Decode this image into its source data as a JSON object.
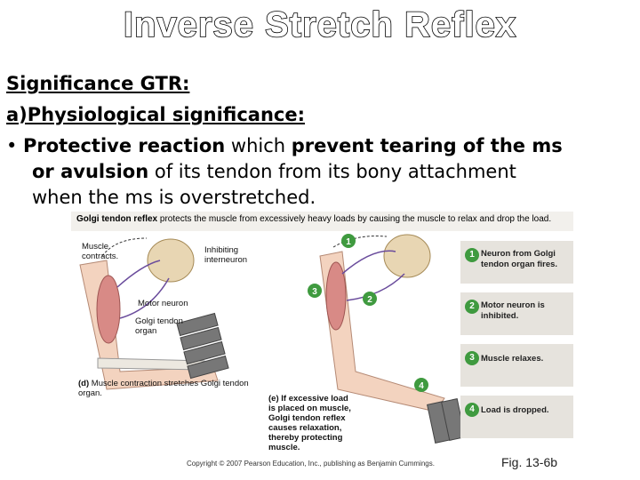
{
  "title": "Inverse Stretch Reflex",
  "heading1": "Significance GTR:",
  "heading2": "a)Physiological significance:",
  "bullet": {
    "symbol": "•",
    "line1_bold": "Protective reaction",
    "line1_normal": " which ",
    "line1_bold2": "prevent tearing of the ms",
    "line2_bold": "or avulsion",
    "line2_normal": " of its tendon from its bony attachment",
    "line3": "when the ms is overstretched."
  },
  "figure": {
    "banner_bold": "Golgi tendon reflex",
    "banner_text": " protects the muscle from excessively heavy loads by causing the muscle to relax and drop the load.",
    "labels": {
      "muscle_contracts": "Muscle contracts.",
      "inhibiting": "Inhibiting interneuron",
      "motor_neuron": "Motor neuron",
      "gto": "Golgi tendon organ",
      "caption_d_prefix": "(d)",
      "caption_d": "Muscle contraction stretches Golgi tendon organ.",
      "caption_e_prefix": "(e)",
      "caption_e": "If excessive load is placed on muscle, Golgi tendon reflex causes relaxation, thereby protecting muscle."
    },
    "steps": [
      {
        "num": "1",
        "text": "Neuron from Golgi tendon organ fires."
      },
      {
        "num": "2",
        "text": "Motor neuron is inhibited."
      },
      {
        "num": "3",
        "text": "Muscle relaxes."
      },
      {
        "num": "4",
        "text": "Load is dropped."
      }
    ],
    "copyright": "Copyright © 2007 Pearson Education, Inc., publishing as Benjamin Cummings.",
    "fig_number": "Fig. 13-6b"
  },
  "colors": {
    "step_green": "#3f9a3f",
    "muscle": "#d88a86",
    "panel": "#e6e3dd"
  }
}
